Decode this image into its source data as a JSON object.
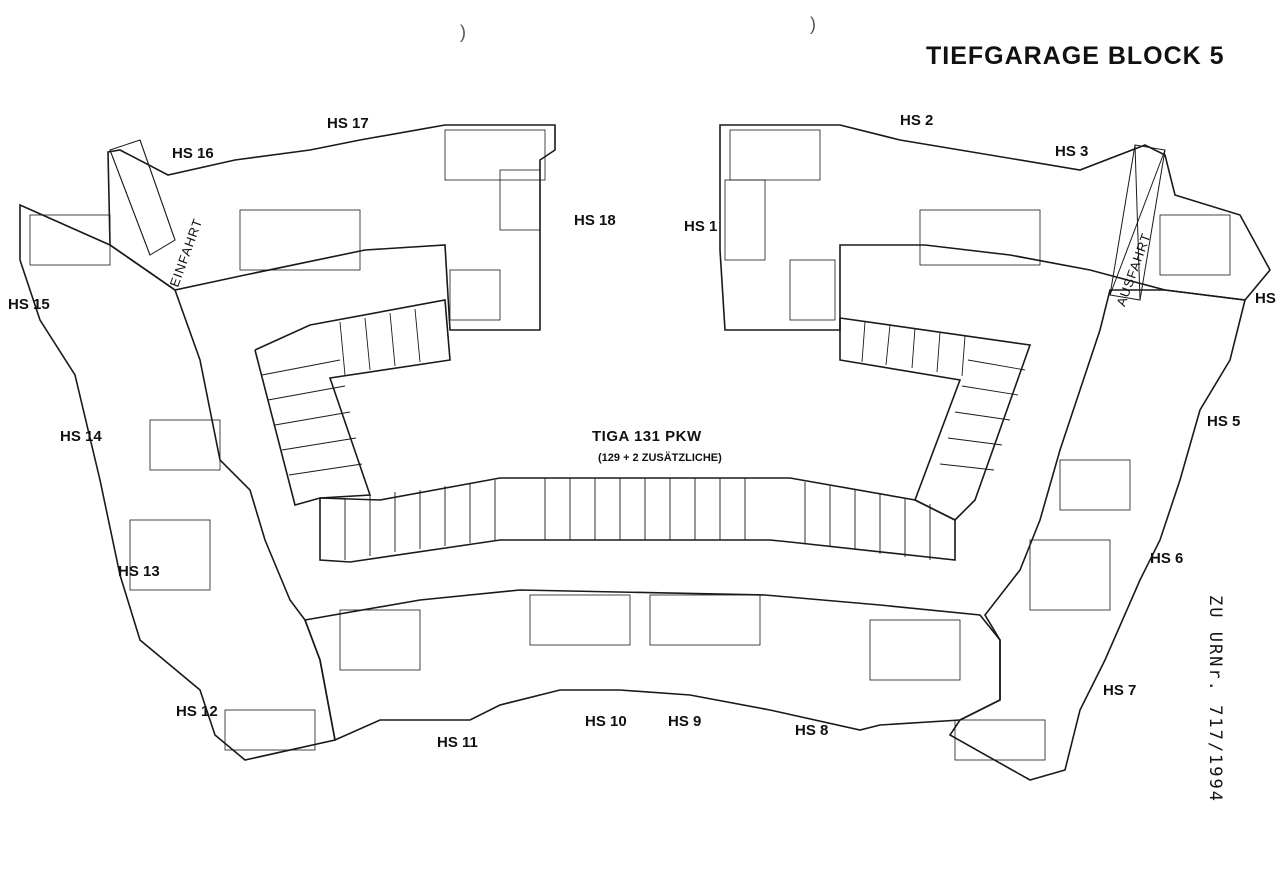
{
  "title": "TIEFGARAGE BLOCK 5",
  "side_note": "ZU URNr. 717/1994",
  "center": {
    "title": "TIGA 131 PKW",
    "subtitle": "(129 + 2 ZUSÄTZLICHE)"
  },
  "ramps": {
    "entry": "EINFAHRT",
    "exit": "AUSFAHRT"
  },
  "stairwells": [
    "HS 1",
    "HS 2",
    "HS 3",
    "HS 5",
    "HS 6",
    "HS 7",
    "HS 8",
    "HS 9",
    "HS 10",
    "HS 11",
    "HS 12",
    "HS 13",
    "HS 14",
    "HS 15",
    "HS 16",
    "HS 17",
    "HS 18"
  ],
  "hs_partial": "HS"
}
